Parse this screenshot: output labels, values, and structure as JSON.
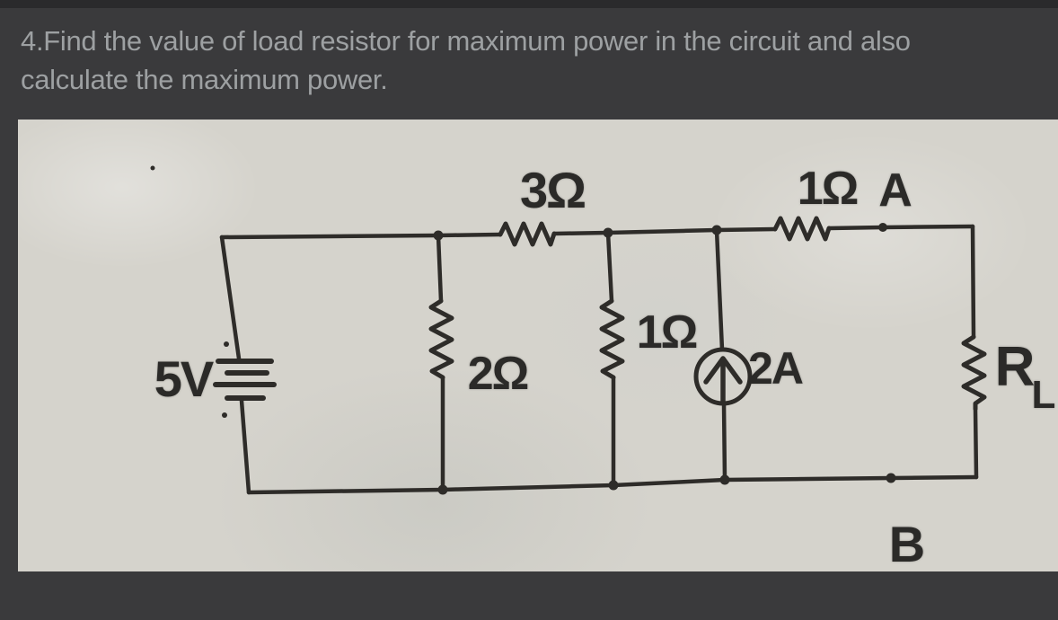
{
  "question": {
    "line1": "4.Find the value of load resistor for maximum power in the circuit and also",
    "line2": "calculate the maximum power."
  },
  "circuit": {
    "labels": {
      "r_top_left": "3Ω",
      "r_top_right": "1Ω",
      "node_a": "A",
      "r_shunt_left": "2Ω",
      "r_shunt_mid": "1Ω",
      "current_source": "2A",
      "load_r": "R",
      "load_sub": "L",
      "node_b": "B",
      "source_voltage": "5V"
    },
    "colors": {
      "page_background": "#3a3a3c",
      "question_text": "#9da0a2",
      "paper": "#d5d3cc",
      "ink": "#2e2c29"
    }
  }
}
